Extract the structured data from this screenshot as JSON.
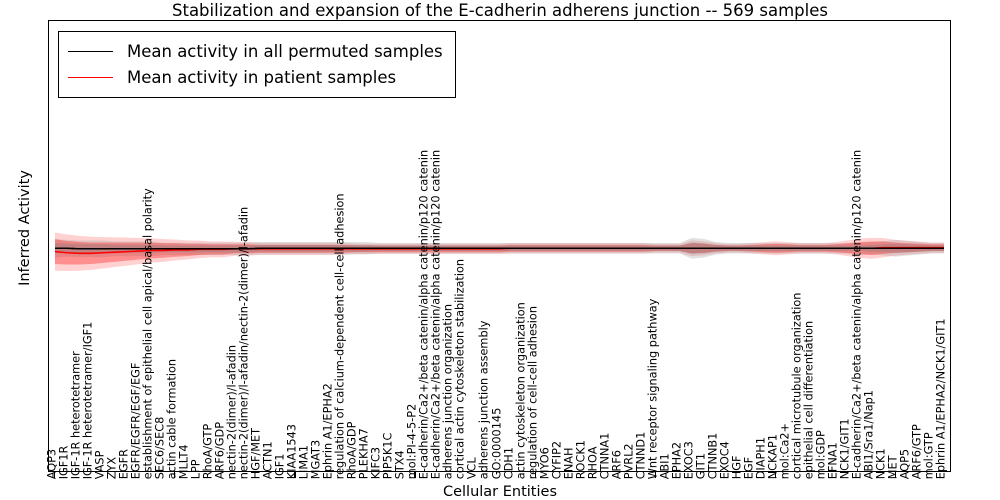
{
  "chart_data": {
    "type": "line",
    "title": "Stabilization and expansion of the E-cadherin adherens junction -- 569 samples",
    "xlabel": "Cellular Entities",
    "ylabel": "Inferred Activity",
    "ylim": [
      -4,
      4
    ],
    "yticks": [
      4,
      3,
      2,
      1,
      0,
      -1,
      -2,
      -3,
      -4
    ],
    "grid": false,
    "legend_position": "upper left",
    "legend": [
      {
        "name": "Mean activity in all permuted samples",
        "color": "#000000"
      },
      {
        "name": "Mean activity in patient samples",
        "color": "#ff0000"
      }
    ],
    "categories": [
      "AQP3",
      "IGF1R",
      "IGF-1R heterotetramer",
      "IGF-1R heterotetramer/IGF1",
      "VASP",
      "ZYX",
      "EGFR",
      "EGFR/EGFR/EGF/EGF",
      "establishment of epithelial cell apical/basal polarity",
      "SEC6/SEC8",
      "actin cable formation",
      "MLLT4",
      "LPP",
      "RhoA/GTP",
      "ARF6/GDP",
      "nectin-2(dimer)/l-afadin",
      "nectin-2(dimer)/l-afadin/nectin-2(dimer)/l-afadin",
      "HGF/MET",
      "ACTN1",
      "IGF1",
      "KIAA1543",
      "LIMA1",
      "MGAT3",
      "Ephrin A1/EPHA2",
      "regulation of calcium-dependent cell-cell adhesion",
      "RhoA/GDP",
      "PLEKHA7",
      "KIFC3",
      "PIP5K1C",
      "STX4",
      "mol:PI-4-5-P2",
      "E-cadherin/Ca2+/beta catenin/alpha catenin/p120 catenin",
      "E-cadherin/Ca2+/beta catenin/alpha catenin/p120 catenin",
      "adherens junction organization",
      "cortical actin cytoskeleton stabilization",
      "VCL",
      "adherens junction assembly",
      "GO:0000145",
      "CDH1",
      "actin cytoskeleton organization",
      "regulation of cell-cell adhesion",
      "MYO6",
      "CYFIP2",
      "ENAH",
      "ROCK1",
      "RHOA",
      "CTNNA1",
      "ARF6",
      "PVRL2",
      "CTNND1",
      "Wnt receptor signaling pathway",
      "ABI1",
      "EPHA2",
      "EXOC3",
      "GIT1",
      "CTNNB1",
      "EXOC4",
      "HGF",
      "EGF",
      "DIAPH1",
      "NCKAP1",
      "mol:Ca2+",
      "cortical microtubule organization",
      "epithelial cell differentiation",
      "mol:GDP",
      "EFNA1",
      "NCK1/GIT1",
      "E-cadherin/Ca2+/beta catenin/alpha catenin/p120 catenin",
      "ABI1/Sra1/Nap1",
      "NCK1",
      "MET",
      "AQP5",
      "ARF6/GTP",
      "mol:GTP",
      "Ephrin A1/EPHA2/NCK1/GIT1"
    ],
    "series": [
      {
        "name": "Mean activity in all permuted samples",
        "color": "#000000",
        "values": [
          -0.04,
          -0.04,
          -0.05,
          -0.05,
          -0.05,
          -0.05,
          -0.05,
          -0.05,
          -0.05,
          -0.05,
          -0.05,
          -0.05,
          -0.05,
          -0.05,
          -0.05,
          -0.05,
          -0.05,
          -0.04,
          -0.04,
          -0.04,
          -0.04,
          -0.04,
          -0.04,
          -0.04,
          -0.04,
          -0.04,
          -0.04,
          -0.04,
          -0.04,
          -0.04,
          -0.04,
          -0.04,
          -0.04,
          -0.04,
          -0.04,
          -0.04,
          -0.04,
          -0.04,
          -0.04,
          -0.04,
          -0.04,
          -0.04,
          -0.04,
          -0.04,
          -0.04,
          -0.04,
          -0.04,
          -0.04,
          -0.04,
          -0.04,
          -0.04,
          -0.04,
          -0.04,
          -0.04,
          -0.04,
          -0.04,
          -0.04,
          -0.04,
          -0.04,
          -0.04,
          -0.04,
          -0.04,
          -0.04,
          -0.04,
          -0.04,
          -0.04,
          -0.04,
          -0.04,
          -0.04,
          -0.04,
          -0.04,
          -0.04,
          -0.04,
          -0.04,
          -0.04
        ],
        "band": [
          0.09,
          0.08,
          0.08,
          0.08,
          0.08,
          0.07,
          0.07,
          0.07,
          0.07,
          0.06,
          0.06,
          0.06,
          0.06,
          0.06,
          0.06,
          0.06,
          0.06,
          0.06,
          0.06,
          0.06,
          0.06,
          0.06,
          0.06,
          0.06,
          0.06,
          0.06,
          0.06,
          0.05,
          0.05,
          0.05,
          0.05,
          0.05,
          0.05,
          0.05,
          0.05,
          0.05,
          0.05,
          0.05,
          0.05,
          0.05,
          0.05,
          0.05,
          0.05,
          0.05,
          0.05,
          0.05,
          0.05,
          0.05,
          0.05,
          0.05,
          0.05,
          0.05,
          0.05,
          0.1,
          0.09,
          0.06,
          0.05,
          0.05,
          0.05,
          0.05,
          0.05,
          0.05,
          0.05,
          0.05,
          0.05,
          0.05,
          0.05,
          0.05,
          0.06,
          0.07,
          0.08,
          0.07,
          0.06,
          0.05,
          0.05
        ]
      },
      {
        "name": "Mean activity in patient samples",
        "color": "#ff0000",
        "values": [
          -0.1,
          -0.12,
          -0.13,
          -0.13,
          -0.12,
          -0.11,
          -0.1,
          -0.09,
          -0.08,
          -0.08,
          -0.07,
          -0.07,
          -0.06,
          -0.06,
          -0.06,
          -0.05,
          -0.05,
          -0.05,
          -0.05,
          -0.05,
          -0.05,
          -0.05,
          -0.05,
          -0.05,
          -0.05,
          -0.05,
          -0.05,
          -0.05,
          -0.05,
          -0.05,
          -0.05,
          -0.05,
          -0.05,
          -0.05,
          -0.05,
          -0.05,
          -0.05,
          -0.05,
          -0.04,
          -0.04,
          -0.04,
          -0.04,
          -0.04,
          -0.04,
          -0.04,
          -0.04,
          -0.04,
          -0.04,
          -0.04,
          -0.04,
          -0.04,
          -0.04,
          -0.04,
          -0.04,
          -0.04,
          -0.04,
          -0.04,
          -0.04,
          -0.04,
          -0.04,
          -0.04,
          -0.04,
          -0.04,
          -0.04,
          -0.04,
          -0.04,
          -0.04,
          -0.04,
          -0.04,
          -0.03,
          -0.03,
          -0.03,
          -0.03,
          -0.03,
          -0.03
        ],
        "band": [
          0.22,
          0.21,
          0.2,
          0.19,
          0.18,
          0.17,
          0.16,
          0.15,
          0.14,
          0.13,
          0.12,
          0.11,
          0.1,
          0.09,
          0.09,
          0.08,
          0.08,
          0.07,
          0.07,
          0.07,
          0.07,
          0.07,
          0.07,
          0.07,
          0.07,
          0.06,
          0.06,
          0.06,
          0.06,
          0.06,
          0.06,
          0.06,
          0.06,
          0.06,
          0.06,
          0.06,
          0.06,
          0.06,
          0.06,
          0.06,
          0.06,
          0.06,
          0.06,
          0.06,
          0.06,
          0.06,
          0.06,
          0.06,
          0.06,
          0.06,
          0.05,
          0.05,
          0.05,
          0.09,
          0.08,
          0.06,
          0.05,
          0.05,
          0.06,
          0.07,
          0.08,
          0.07,
          0.06,
          0.06,
          0.06,
          0.07,
          0.09,
          0.11,
          0.12,
          0.11,
          0.09,
          0.08,
          0.07,
          0.06,
          0.06
        ]
      }
    ]
  }
}
